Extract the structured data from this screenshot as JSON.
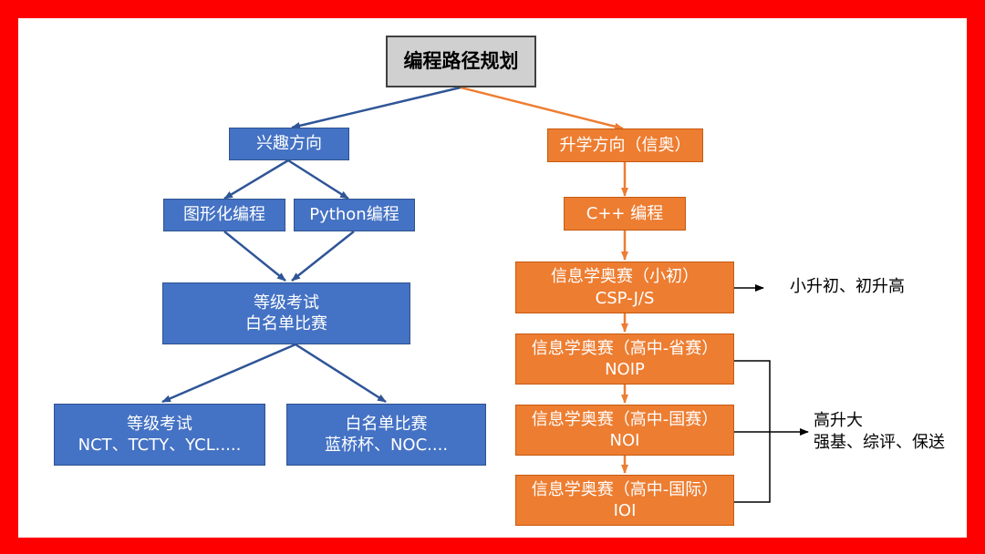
{
  "colors": {
    "frame": "#ff0000",
    "background": "#ffffff",
    "title_fill": "#d0d0d0",
    "interest_path": "#4472c4",
    "interest_arrow": "#2f5597",
    "advance_path": "#ed7d31",
    "connector": "#000000"
  },
  "title": "编程路径规划",
  "interest": {
    "direction": "兴趣方向",
    "graphical": "图形化编程",
    "python": "Python编程",
    "combined": {
      "line1": "等级考试",
      "line2": "白名单比赛"
    },
    "exam": {
      "line1": "等级考试",
      "line2": "NCT、TCTY、YCL....."
    },
    "whitelist": {
      "line1": "白名单比赛",
      "line2": "蓝桥杯、NOC...."
    }
  },
  "advance": {
    "direction": "升学方向（信奥）",
    "cpp": "C++ 编程",
    "primary": {
      "line1": "信息学奥赛（小初）",
      "line2": "CSP-J/S"
    },
    "provincial": {
      "line1": "信息学奥赛（高中-省赛）",
      "line2": "NOIP"
    },
    "national": {
      "line1": "信息学奥赛（高中-国赛）",
      "line2": "NOI"
    },
    "international": {
      "line1": "信息学奥赛（高中-国际）",
      "line2": "IOI"
    }
  },
  "outcomes": {
    "primary_to_middle": "小升初、初升高",
    "highschool_title": "高升大",
    "highschool_paths": "强基、综评、保送"
  }
}
